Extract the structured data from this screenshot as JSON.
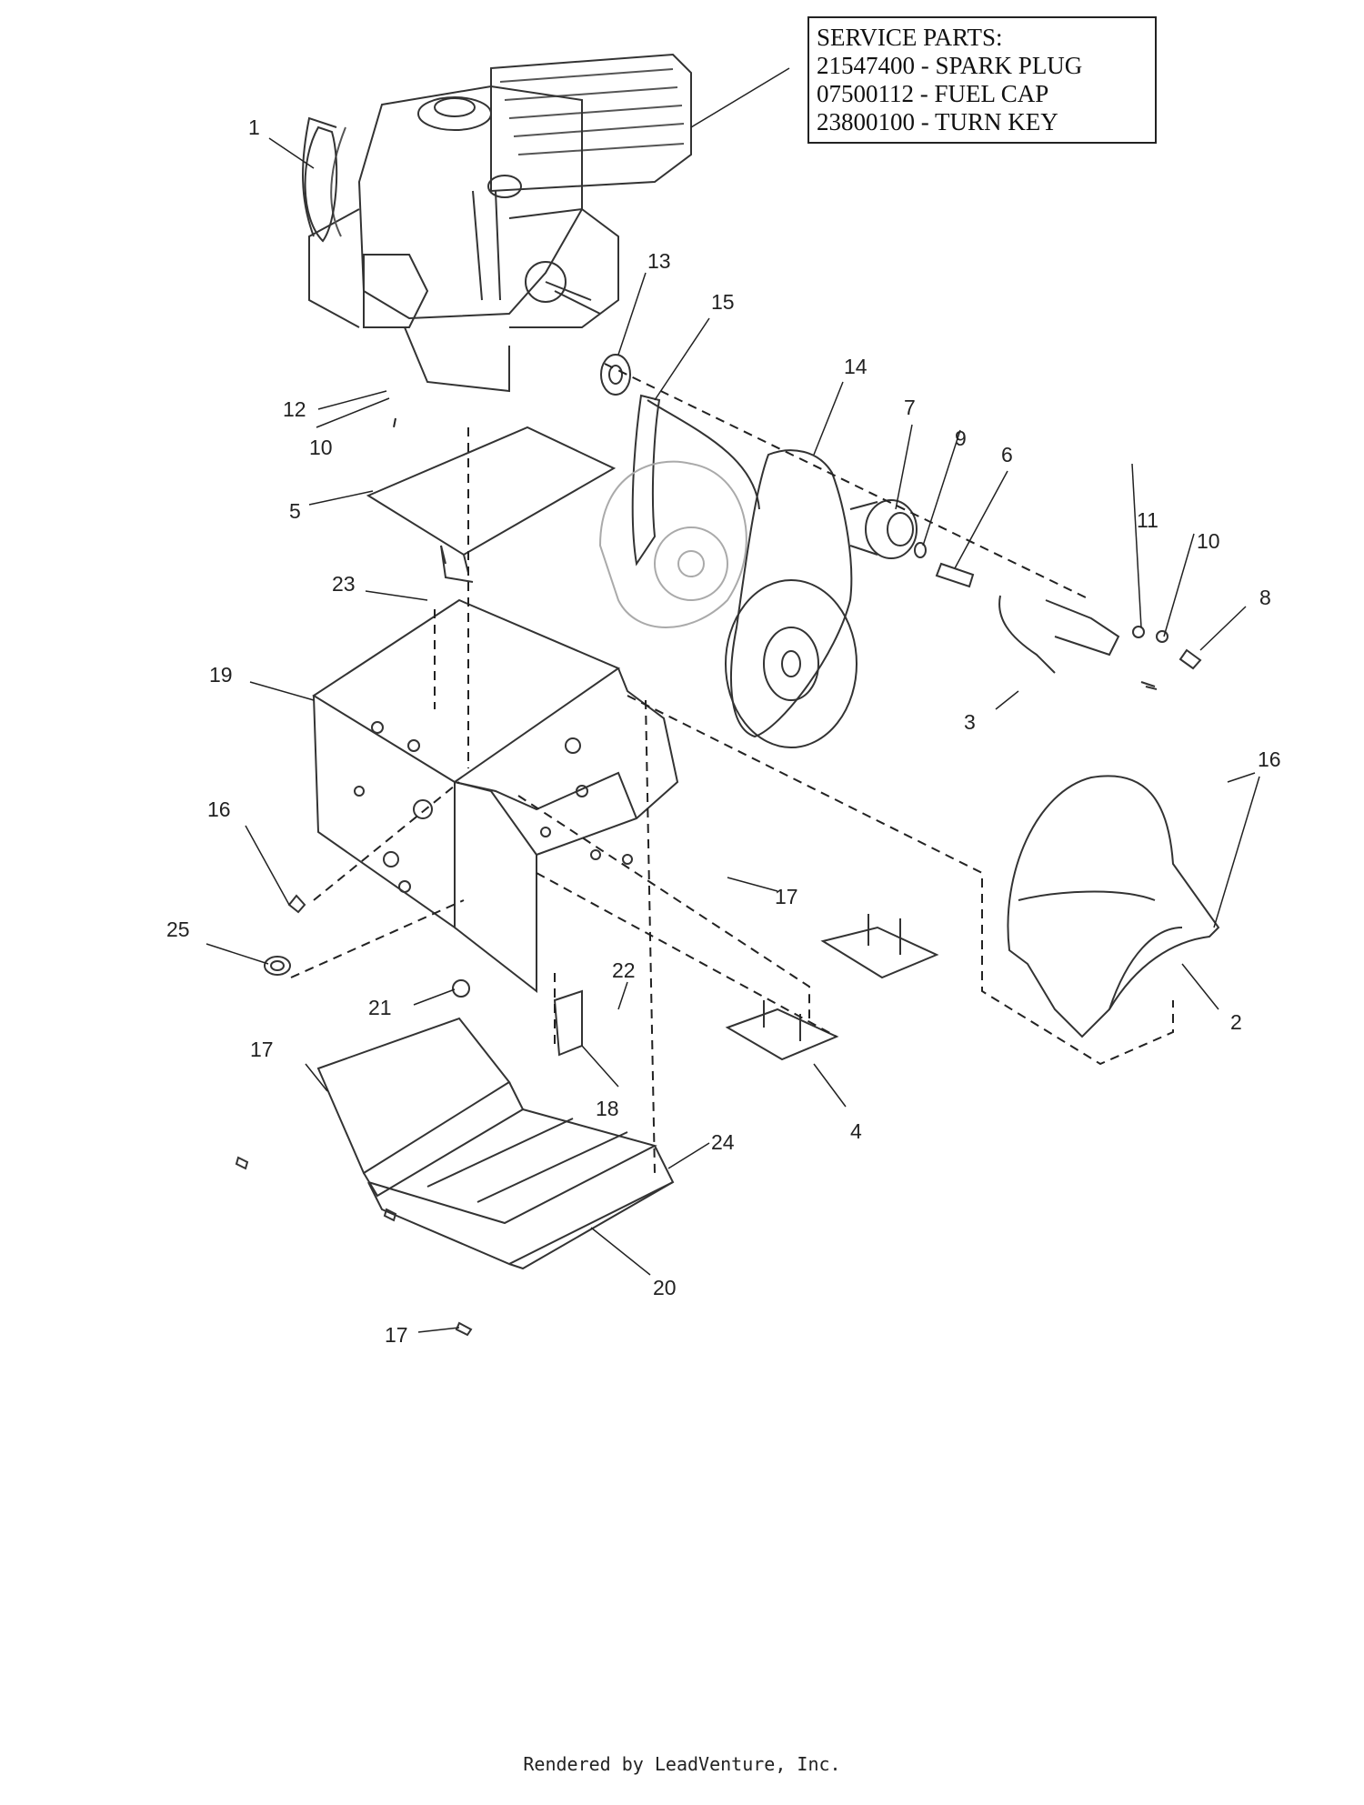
{
  "service_parts": {
    "title": "SERVICE PARTS:",
    "lines": [
      "21547400 - SPARK PLUG",
      "07500112 - FUEL CAP",
      "23800100 - TURN KEY"
    ]
  },
  "callouts": {
    "c1": "1",
    "c2": "2",
    "c3": "3",
    "c4": "4",
    "c5": "5",
    "c6": "6",
    "c7": "7",
    "c8": "8",
    "c9": "9",
    "c10a": "10",
    "c10b": "10",
    "c11": "11",
    "c12": "12",
    "c13": "13",
    "c14": "14",
    "c15": "15",
    "c16a": "16",
    "c16b": "16",
    "c17a": "17",
    "c17b": "17",
    "c17c": "17",
    "c18": "18",
    "c19": "19",
    "c20": "20",
    "c21": "21",
    "c22": "22",
    "c23": "23",
    "c24": "24",
    "c25": "25"
  },
  "footer": "Rendered by LeadVenture, Inc.",
  "colors": {
    "line": "#222222",
    "part": "#333333",
    "light": "#999999"
  }
}
